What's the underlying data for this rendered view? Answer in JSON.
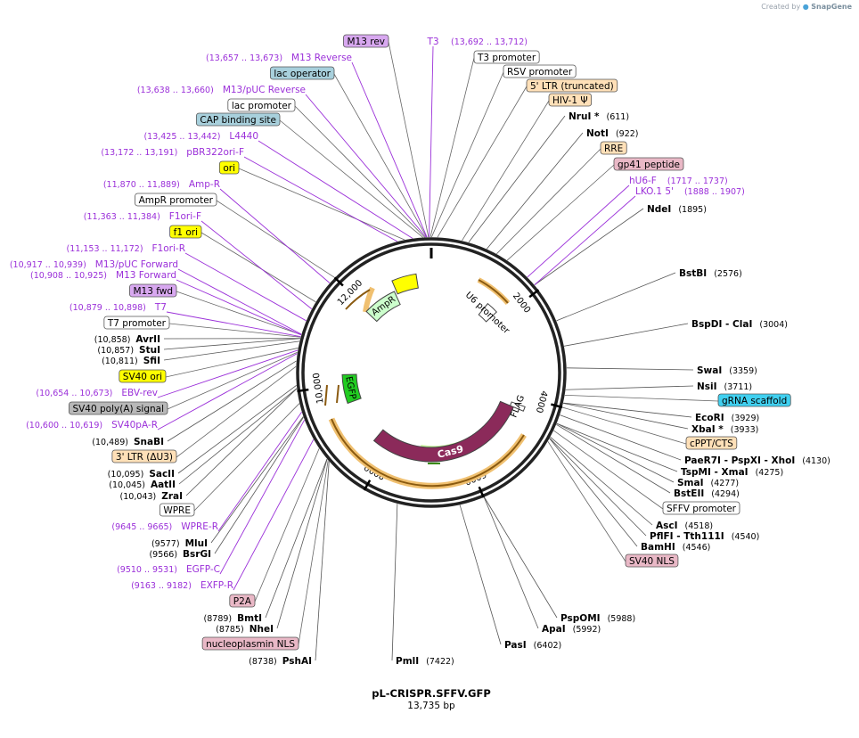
{
  "credit": {
    "prefix": "Created by",
    "brand": "SnapGene"
  },
  "plasmid": {
    "name": "pL-CRISPR.SFFV.GFP",
    "length": 13735,
    "length_label": "13,735 bp"
  },
  "ruler": [
    {
      "bp": 2000,
      "label": "2000"
    },
    {
      "bp": 4000,
      "label": "4000"
    },
    {
      "bp": 6000,
      "label": "6000"
    },
    {
      "bp": 8000,
      "label": "8000"
    },
    {
      "bp": 10000,
      "label": "10,000"
    },
    {
      "bp": 12000,
      "label": "12,000"
    }
  ],
  "features": [
    {
      "name": "Cas9",
      "start": 4300,
      "end": 8400,
      "strand": -1,
      "ring": 0,
      "color": "#8b2a5a"
    },
    {
      "name": "FLAG",
      "start": 4200,
      "end": 4300,
      "strand": -1,
      "ring": 1,
      "color": "#ffffff"
    },
    {
      "name": "EGFP",
      "start": 9531,
      "end": 10250,
      "strand": -1,
      "ring": 0,
      "color": "#22cc22"
    },
    {
      "name": "AmpR",
      "start": 11950,
      "end": 12800,
      "strand": -1,
      "ring": 0,
      "color": "#ccffcc"
    },
    {
      "name": "U6 promoter",
      "start": 1500,
      "end": 1800,
      "strand": 1,
      "ring": 0,
      "color": "#ffffff"
    },
    {
      "name": "ori",
      "start": 12850,
      "end": 13400,
      "strand": -1,
      "ring": 1,
      "color": "#ffff00"
    }
  ],
  "sites": [
    {
      "name": "NruI *",
      "coord": "(611)"
    },
    {
      "name": "NotI",
      "coord": "(922)"
    },
    {
      "name": "NdeI",
      "coord": "(1895)"
    },
    {
      "name": "BstBI",
      "coord": "(2576)"
    },
    {
      "name": "BspDI",
      "name2": "- ClaI",
      "coord": "(3004)"
    },
    {
      "name": "SwaI",
      "coord": "(3359)"
    },
    {
      "name": "NsiI",
      "coord": "(3711)"
    },
    {
      "name": "EcoRI",
      "coord": "(3929)"
    },
    {
      "name": "XbaI *",
      "coord": "(3933)"
    },
    {
      "name": "PaeR7I",
      "name2": "- PspXI",
      "name3": "- XhoI",
      "coord": "(4130)"
    },
    {
      "name": "TspMI",
      "name2": "- XmaI",
      "coord": "(4275)"
    },
    {
      "name": "SmaI",
      "coord": "(4277)"
    },
    {
      "name": "BstEII",
      "coord": "(4294)"
    },
    {
      "name": "AscI",
      "coord": "(4518)"
    },
    {
      "name": "PflFI",
      "name2": "- Tth111I",
      "coord": "(4540)"
    },
    {
      "name": "BamHI",
      "coord": "(4546)"
    },
    {
      "name": "PspOMI",
      "coord": "(5988)"
    },
    {
      "name": "ApaI",
      "coord": "(5992)"
    },
    {
      "name": "PasI",
      "coord": "(6402)"
    },
    {
      "name": "PmlI",
      "coord": "(7422)"
    },
    {
      "name": "PshAI",
      "coord": "(8738)"
    },
    {
      "name": "NheI",
      "coord": "(8785)"
    },
    {
      "name": "BmtI",
      "coord": "(8789)"
    },
    {
      "name": "BsrGI",
      "coord": "(9566)"
    },
    {
      "name": "MluI",
      "coord": "(9577)"
    },
    {
      "name": "ZraI",
      "coord": "(10,043)"
    },
    {
      "name": "AatII",
      "coord": "(10,045)"
    },
    {
      "name": "SacII",
      "coord": "(10,095)"
    },
    {
      "name": "SnaBI",
      "coord": "(10,489)"
    },
    {
      "name": "SfiI",
      "coord": "(10,811)"
    },
    {
      "name": "StuI",
      "coord": "(10,857)"
    },
    {
      "name": "AvrII",
      "coord": "(10,858)"
    }
  ],
  "boxes": [
    {
      "name": "T3 promoter",
      "color": "#ffffff"
    },
    {
      "name": "RSV promoter",
      "color": "#ffffff"
    },
    {
      "name": "5' LTR (truncated)",
      "color": "#ffe0b8"
    },
    {
      "name": "HIV-1 Ψ",
      "color": "#ffe0b8"
    },
    {
      "name": "RRE",
      "color": "#ffe0b8"
    },
    {
      "name": "gp41 peptide",
      "color": "#e9b8c6"
    },
    {
      "name": "gRNA scaffold",
      "color": "#40d0f0"
    },
    {
      "name": "cPPT/CTS",
      "color": "#ffe0b8"
    },
    {
      "name": "SFFV promoter",
      "color": "#ffffff"
    },
    {
      "name": "SV40 NLS",
      "color": "#e9b8c6"
    },
    {
      "name": "M13 rev",
      "color": "#d8a8f0"
    },
    {
      "name": "lac operator",
      "color": "#a8d0dc"
    },
    {
      "name": "lac promoter",
      "color": "#ffffff"
    },
    {
      "name": "CAP binding site",
      "color": "#a8d0dc"
    },
    {
      "name": "ori",
      "color": "#ffff00"
    },
    {
      "name": "AmpR promoter",
      "color": "#ffffff"
    },
    {
      "name": "f1 ori",
      "color": "#ffff00"
    },
    {
      "name": "M13 fwd",
      "color": "#d8a8f0"
    },
    {
      "name": "T7 promoter",
      "color": "#ffffff"
    },
    {
      "name": "SV40 ori",
      "color": "#ffff00"
    },
    {
      "name": "SV40 poly(A) signal",
      "color": "#b8b8b8"
    },
    {
      "name": "3' LTR (ΔU3)",
      "color": "#ffe0b8"
    },
    {
      "name": "WPRE",
      "color": "#ffffff"
    },
    {
      "name": "P2A",
      "color": "#e9b8c6"
    },
    {
      "name": "nucleoplasmin NLS",
      "color": "#e9b8c6"
    }
  ],
  "primers": [
    {
      "name": "T3",
      "coord": "(13,692 .. 13,712)"
    },
    {
      "name": "hU6-F",
      "coord": "(1717 .. 1737)"
    },
    {
      "name": "LKO.1 5'",
      "coord": "(1888 .. 1907)"
    },
    {
      "name": "M13 Reverse",
      "coord": "(13,657 .. 13,673)"
    },
    {
      "name": "M13/pUC Reverse",
      "coord": "(13,638 .. 13,660)"
    },
    {
      "name": "L4440",
      "coord": "(13,425 .. 13,442)"
    },
    {
      "name": "pBR322ori-F",
      "coord": "(13,172 .. 13,191)"
    },
    {
      "name": "Amp-R",
      "coord": "(11,870 .. 11,889)"
    },
    {
      "name": "F1ori-F",
      "coord": "(11,363 .. 11,384)"
    },
    {
      "name": "F1ori-R",
      "coord": "(11,153 .. 11,172)"
    },
    {
      "name": "M13/pUC Forward",
      "coord": "(10,917 .. 10,939)"
    },
    {
      "name": "M13 Forward",
      "coord": "(10,908 .. 10,925)"
    },
    {
      "name": "T7",
      "coord": "(10,879 .. 10,898)"
    },
    {
      "name": "EBV-rev",
      "coord": "(10,654 .. 10,673)"
    },
    {
      "name": "SV40pA-R",
      "coord": "(10,600 .. 10,619)"
    },
    {
      "name": "WPRE-R",
      "coord": "(9645 .. 9665)"
    },
    {
      "name": "EGFP-C",
      "coord": "(9510 .. 9531)"
    },
    {
      "name": "EXFP-R",
      "coord": "(9163 .. 9182)"
    }
  ]
}
